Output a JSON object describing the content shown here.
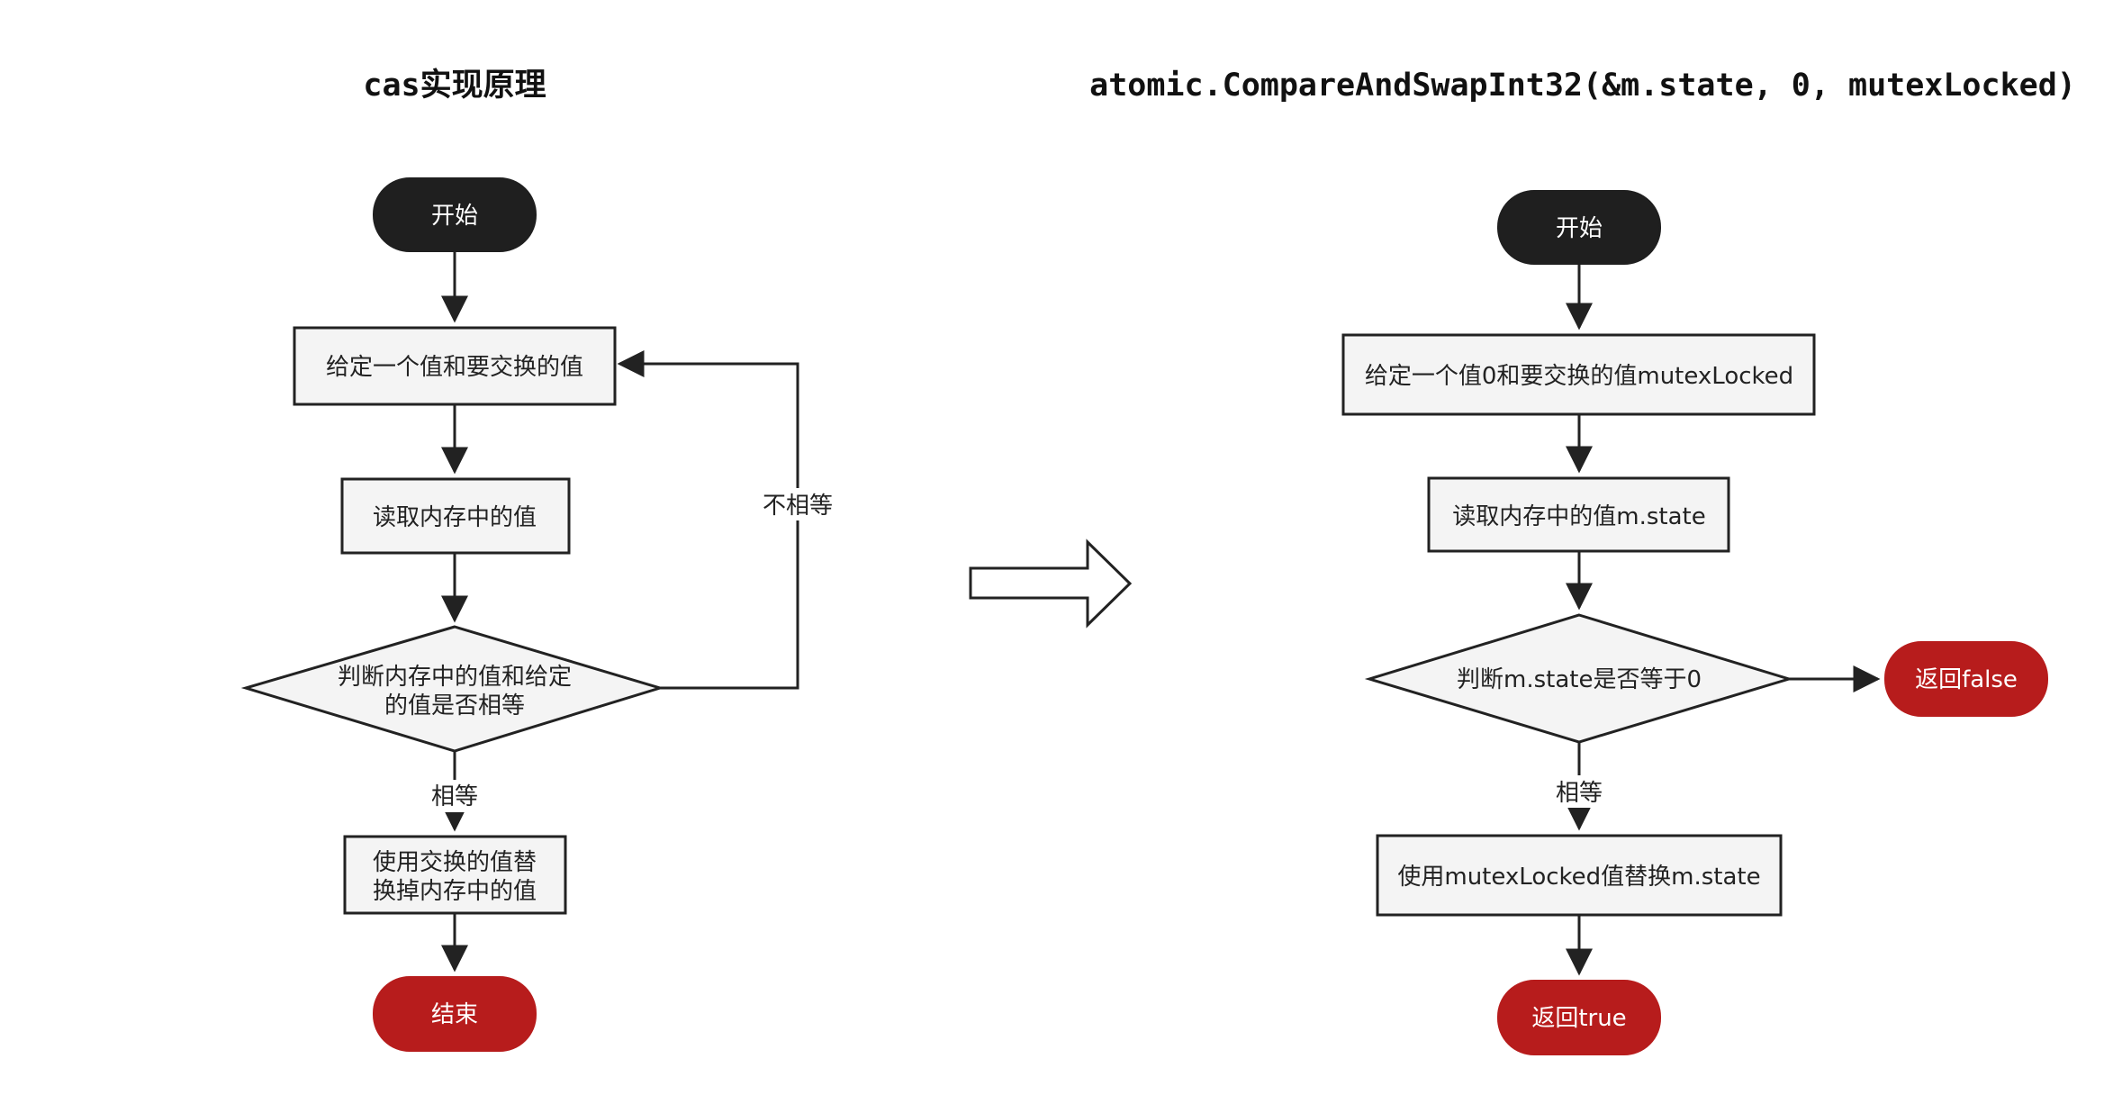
{
  "titles": {
    "left": "cas实现原理",
    "right": "atomic.CompareAndSwapInt32(&m.state, 0, mutexLocked)"
  },
  "left_flow": {
    "start": "开始",
    "step_given": "给定一个值和要交换的值",
    "step_read": "读取内存中的值",
    "decision_line1": "判断内存中的值和给定",
    "decision_line2": "的值是否相等",
    "label_not_equal": "不相等",
    "label_equal": "相等",
    "step_replace_line1": "使用交换的值替",
    "step_replace_line2": "换掉内存中的值",
    "end": "结束"
  },
  "right_flow": {
    "start": "开始",
    "step_given": "给定一个值0和要交换的值mutexLocked",
    "step_read": "读取内存中的值m.state",
    "decision": "判断m.state是否等于0",
    "label_equal": "相等",
    "step_replace": "使用mutexLocked值替换m.state",
    "return_false": "返回false",
    "return_true": "返回true"
  },
  "colors": {
    "terminal_dark": "#1f1f1f",
    "terminal_red": "#b71c1c",
    "box_fill": "#f4f4f4",
    "stroke": "#222222"
  }
}
